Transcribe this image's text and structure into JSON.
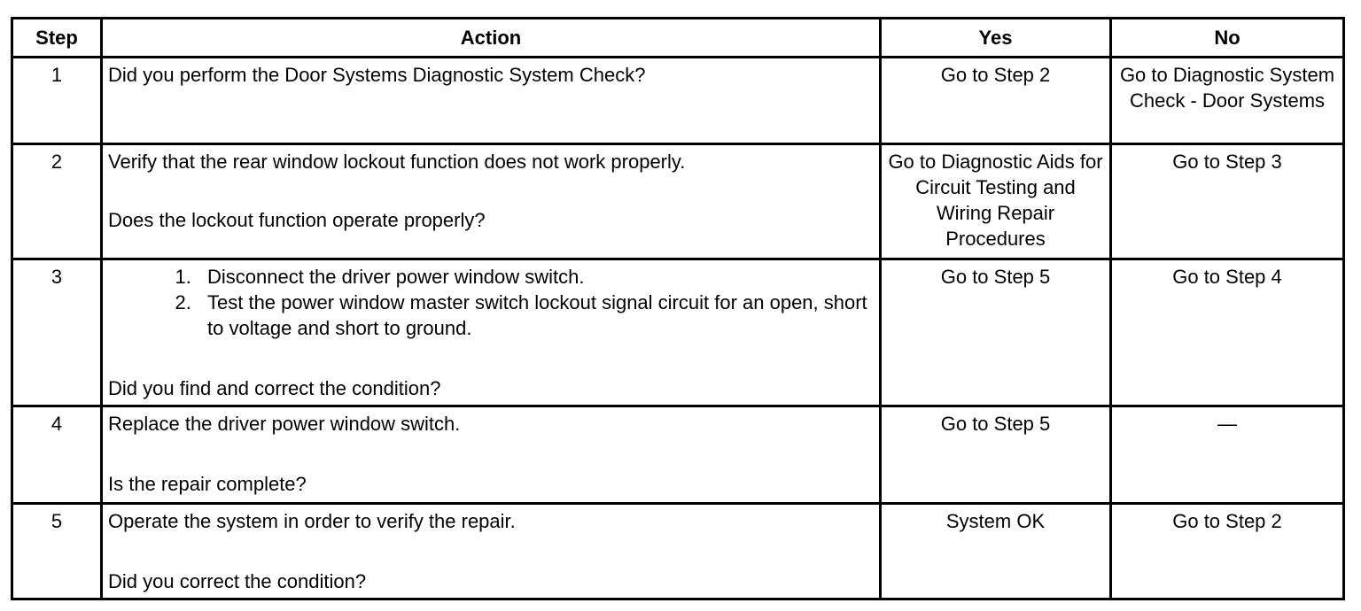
{
  "headers": {
    "step": "Step",
    "action": "Action",
    "yes": "Yes",
    "no": "No"
  },
  "rows": [
    {
      "step": "1",
      "action": "Did you perform the Door Systems Diagnostic System Check?",
      "yes": "Go to Step 2",
      "no": "Go to Diagnostic System Check - Door Systems"
    },
    {
      "step": "2",
      "instruction": "Verify that the rear window lockout function does not work properly.",
      "question": "Does the lockout function operate properly?",
      "yes": "Go to Diagnostic Aids for Circuit Testing and Wiring Repair Procedures",
      "no": "Go to Step 3"
    },
    {
      "step": "3",
      "substeps": [
        "Disconnect the driver power window switch.",
        "Test the power window master switch lockout signal circuit for an open, short to voltage and short to ground."
      ],
      "question": "Did you find and correct the condition?",
      "yes": "Go to Step 5",
      "no": "Go to Step 4"
    },
    {
      "step": "4",
      "instruction": "Replace the driver power window switch.",
      "question": "Is the repair complete?",
      "yes": "Go to Step 5",
      "no": "—"
    },
    {
      "step": "5",
      "instruction": "Operate the system in order to verify the repair.",
      "question": "Did you correct the condition?",
      "yes": "System OK",
      "no": "Go to Step 2"
    }
  ]
}
